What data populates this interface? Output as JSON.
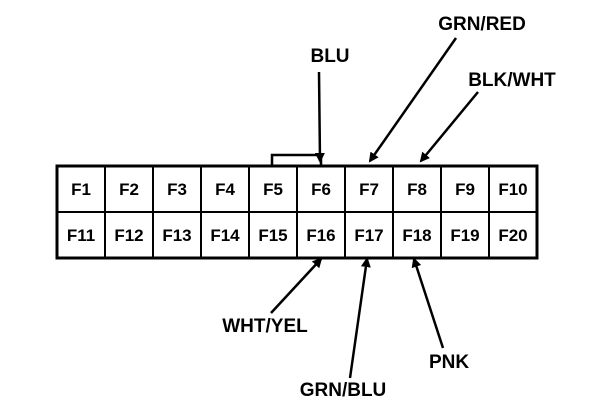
{
  "connector": {
    "top_row": [
      "F1",
      "F2",
      "F3",
      "F4",
      "F5",
      "F6",
      "F7",
      "F8",
      "F9",
      "F10"
    ],
    "bottom_row": [
      "F11",
      "F12",
      "F13",
      "F14",
      "F15",
      "F16",
      "F17",
      "F18",
      "F19",
      "F20"
    ]
  },
  "wires": {
    "f6_top": "BLU",
    "f7_top": "GRN/RED",
    "f8_top": "BLK/WHT",
    "f16_bottom": "WHT/YEL",
    "f17_bottom": "GRN/BLU",
    "f18_bottom": "PNK"
  },
  "colors": {
    "ink": "#000000",
    "background": "#ffffff"
  }
}
